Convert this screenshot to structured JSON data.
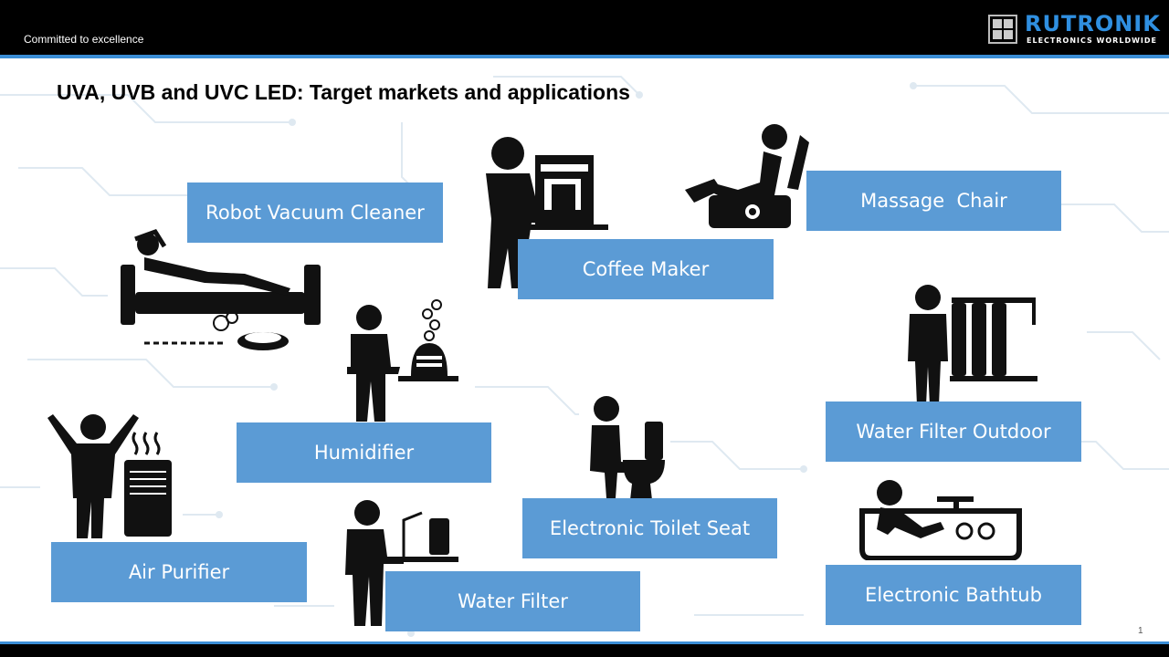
{
  "header": {
    "tagline": "Committed to excellence",
    "logo_name": "RUTRONIK",
    "logo_sub": "ELECTRONICS WORLDWIDE"
  },
  "title": "UVA, UVB and UVC LED: Target markets and applications",
  "applications": [
    {
      "id": "robot-vacuum-cleaner",
      "label": "Robot Vacuum Cleaner",
      "icon": "person-reclining-robot-vacuum-icon"
    },
    {
      "id": "coffee-maker",
      "label": "Coffee Maker",
      "icon": "person-coffee-machine-icon"
    },
    {
      "id": "massage-chair",
      "label": "Massage  Chair",
      "icon": "person-massage-chair-icon"
    },
    {
      "id": "humidifier",
      "label": "Humidifier",
      "icon": "person-humidifier-icon"
    },
    {
      "id": "water-filter-outdoor",
      "label": "Water Filter Outdoor",
      "icon": "person-water-filter-tanks-icon"
    },
    {
      "id": "air-purifier",
      "label": "Air Purifier",
      "icon": "person-air-purifier-icon"
    },
    {
      "id": "electronic-toilet-seat",
      "label": "Electronic Toilet Seat",
      "icon": "person-toilet-icon"
    },
    {
      "id": "water-filter",
      "label": "Water Filter",
      "icon": "person-water-filter-tap-icon"
    },
    {
      "id": "electronic-bathtub",
      "label": "Electronic Bathtub",
      "icon": "person-bathtub-icon"
    }
  ],
  "footer": {
    "page_number": "1"
  },
  "colors": {
    "label_bg": "#5b9bd5",
    "accent": "#3b8ed6",
    "logo": "#2f8fe0"
  }
}
